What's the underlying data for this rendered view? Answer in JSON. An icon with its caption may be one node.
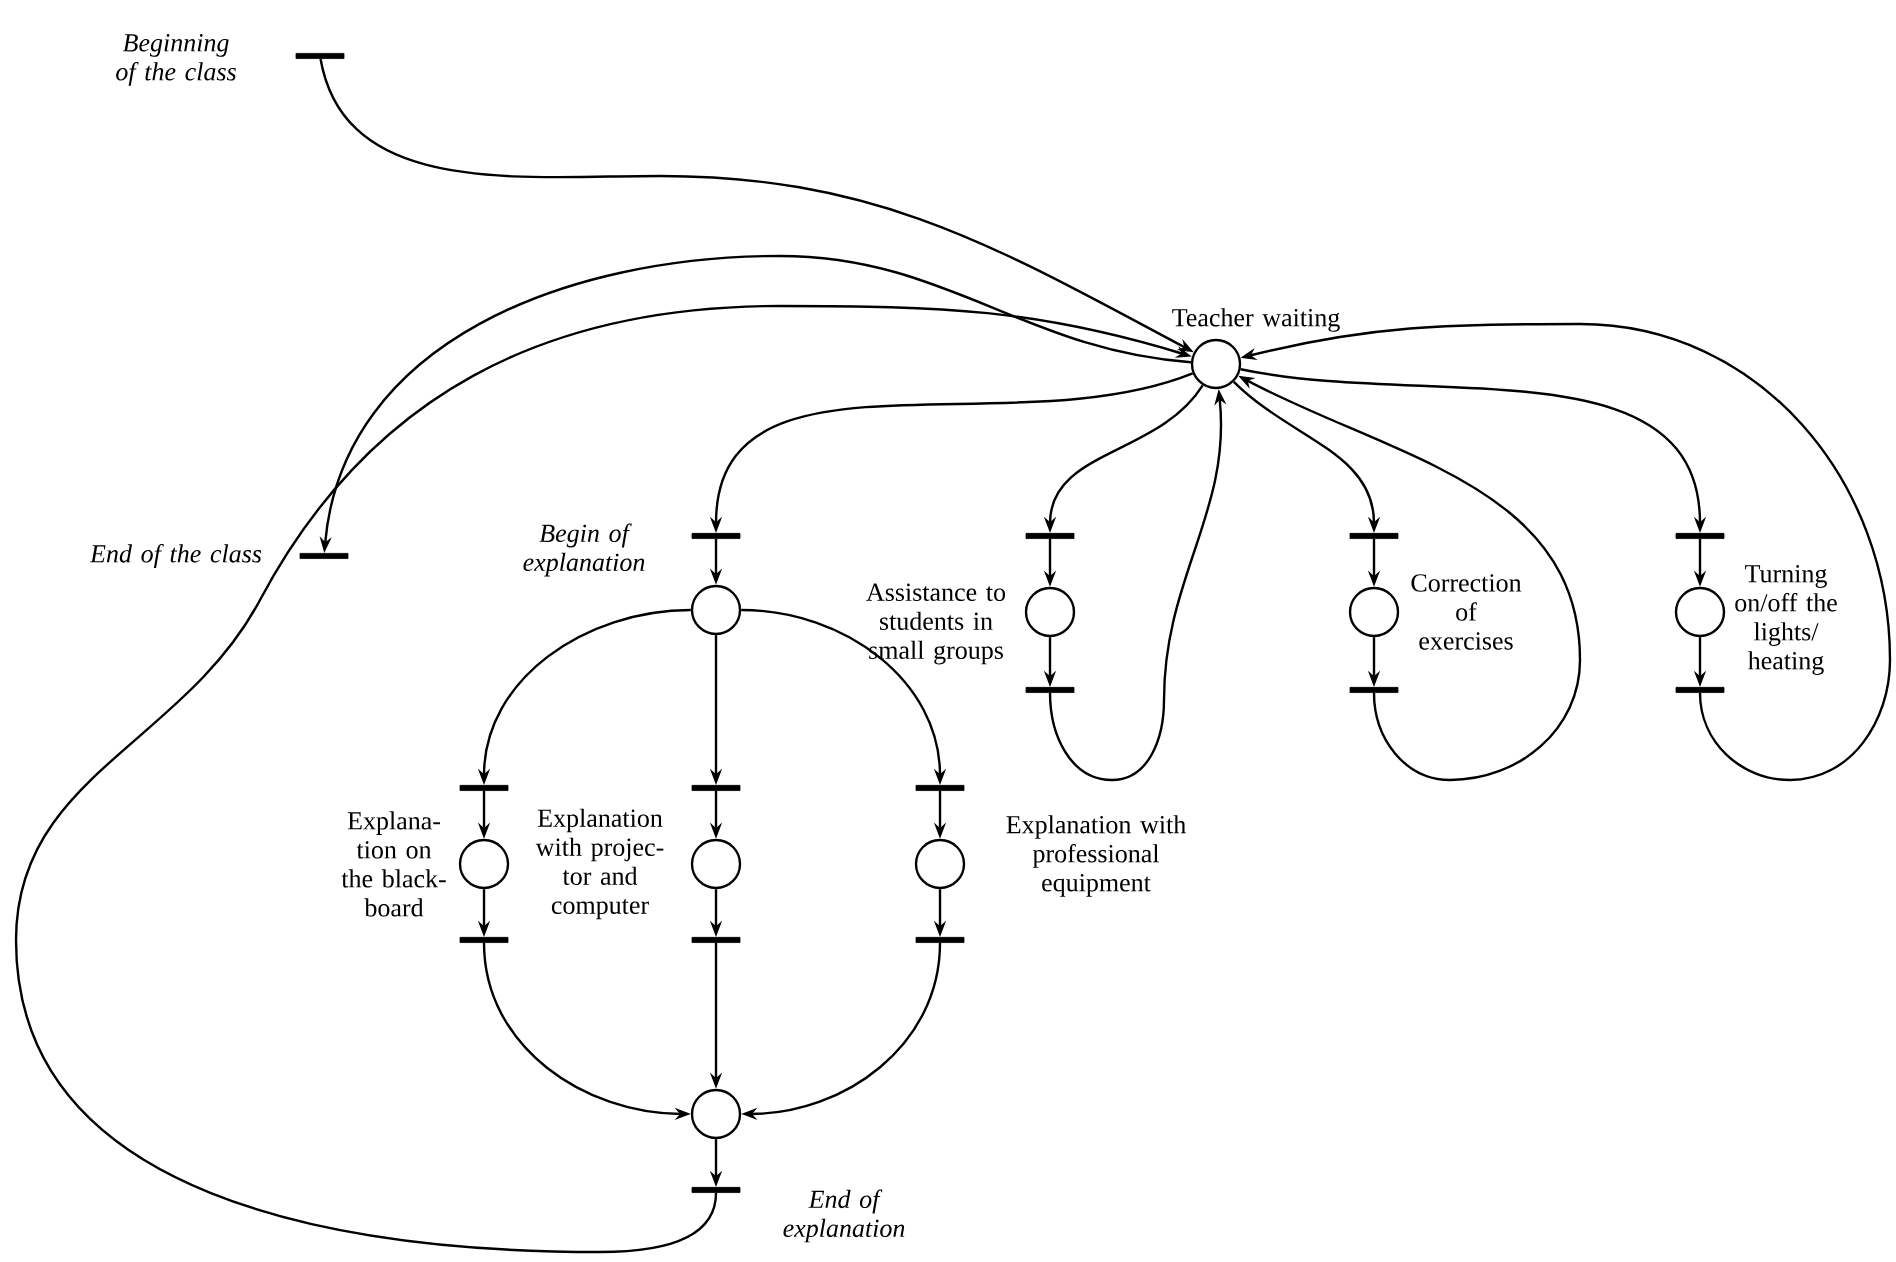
{
  "diagram": {
    "nodes": [
      {
        "text": [],
        "shape": "bar",
        "beside": [
          "Beginning of the class"
        ]
      },
      {
        "text": [],
        "shape": "circle",
        "beside": [
          "Teacher waiting"
        ]
      },
      {
        "text": [],
        "shape": "bar",
        "beside": [
          "End of the class"
        ]
      },
      {
        "text": [],
        "shape": "bar",
        "beside": [
          "Begin of explanation"
        ]
      },
      {
        "text": [],
        "shape": "circle"
      },
      {
        "text": [],
        "shape": "bar"
      },
      {
        "text": [],
        "shape": "circle",
        "beside": [
          "Assistance to students in small groups"
        ]
      },
      {
        "text": [],
        "shape": "bar"
      },
      {
        "text": [],
        "shape": "bar"
      },
      {
        "text": [],
        "shape": "circle",
        "beside": [
          "Correction of exercises"
        ]
      },
      {
        "text": [],
        "shape": "bar"
      },
      {
        "text": [],
        "shape": "bar"
      },
      {
        "text": [],
        "shape": "circle",
        "beside": [
          "Turning on/off the lights/ heating"
        ]
      },
      {
        "text": [],
        "shape": "bar"
      },
      {
        "text": [],
        "shape": "bar"
      },
      {
        "text": [],
        "shape": "circle",
        "beside": [
          "Explana- tion on the black- board"
        ]
      },
      {
        "text": [],
        "shape": "bar"
      },
      {
        "text": [],
        "shape": "bar"
      },
      {
        "text": [],
        "shape": "circle",
        "beside": [
          "Explanation with projec- tor and computer"
        ]
      },
      {
        "text": [],
        "shape": "bar"
      },
      {
        "text": [],
        "shape": "bar"
      },
      {
        "text": [],
        "shape": "circle",
        "beside": [
          "Explanation with professional equipment"
        ]
      },
      {
        "text": [],
        "shape": "bar"
      },
      {
        "text": [],
        "shape": "circle"
      },
      {
        "text": [],
        "shape": "bar",
        "beside": [
          "End of explanation"
        ]
      }
    ],
    "edges": [
      {
        "from": 0,
        "to": 1,
        "arrow": "to"
      },
      {
        "from": 1,
        "to": 2,
        "arrow": "to"
      },
      {
        "from": 24,
        "to": 1,
        "arrow": "to"
      },
      {
        "from": 1,
        "to": 3,
        "arrow": "to"
      },
      {
        "from": 3,
        "to": 4,
        "arrow": "to"
      },
      {
        "from": 4,
        "to": 14,
        "arrow": "to"
      },
      {
        "from": 4,
        "to": 17,
        "arrow": "to"
      },
      {
        "from": 4,
        "to": 20,
        "arrow": "to"
      },
      {
        "from": 14,
        "to": 15,
        "arrow": "to"
      },
      {
        "from": 15,
        "to": 16,
        "arrow": "to"
      },
      {
        "from": 16,
        "to": 23,
        "arrow": "to"
      },
      {
        "from": 17,
        "to": 18,
        "arrow": "to"
      },
      {
        "from": 18,
        "to": 19,
        "arrow": "to"
      },
      {
        "from": 19,
        "to": 23,
        "arrow": "to"
      },
      {
        "from": 20,
        "to": 21,
        "arrow": "to"
      },
      {
        "from": 21,
        "to": 22,
        "arrow": "to"
      },
      {
        "from": 22,
        "to": 23,
        "arrow": "to"
      },
      {
        "from": 23,
        "to": 24,
        "arrow": "to"
      },
      {
        "from": 1,
        "to": 5,
        "arrow": "to"
      },
      {
        "from": 5,
        "to": 6,
        "arrow": "to"
      },
      {
        "from": 6,
        "to": 7,
        "arrow": "to"
      },
      {
        "from": 7,
        "to": 1,
        "arrow": "to"
      },
      {
        "from": 1,
        "to": 8,
        "arrow": "to"
      },
      {
        "from": 8,
        "to": 9,
        "arrow": "to"
      },
      {
        "from": 9,
        "to": 10,
        "arrow": "to"
      },
      {
        "from": 10,
        "to": 1,
        "arrow": "to"
      },
      {
        "from": 1,
        "to": 11,
        "arrow": "to"
      },
      {
        "from": 11,
        "to": 12,
        "arrow": "to"
      },
      {
        "from": 12,
        "to": 13,
        "arrow": "to"
      },
      {
        "from": 13,
        "to": 1,
        "arrow": "to"
      }
    ]
  }
}
